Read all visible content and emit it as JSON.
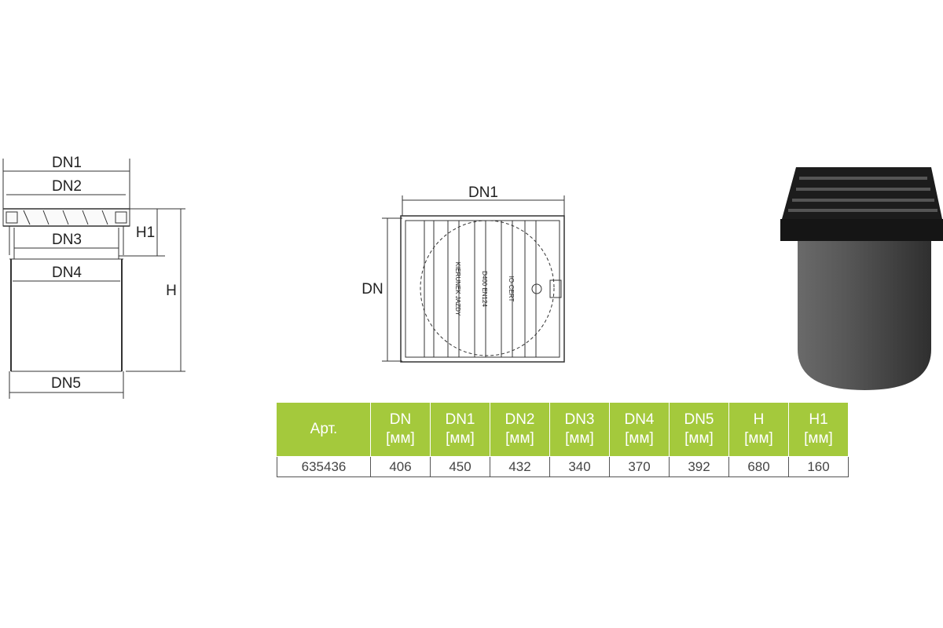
{
  "drawing_labels": {
    "dn1": "DN1",
    "dn2": "DN2",
    "dn3": "DN3",
    "dn4": "DN4",
    "dn5": "DN5",
    "h": "H",
    "h1": "H1",
    "dn": "DN"
  },
  "grate_markings": {
    "direction": "KIERUNEK JAZDY",
    "class": "D400 EN124",
    "cert": "IO-CERT"
  },
  "table": {
    "headers": [
      {
        "name": "Арт.",
        "unit": ""
      },
      {
        "name": "DN",
        "unit": "[мм]"
      },
      {
        "name": "DN1",
        "unit": "[мм]"
      },
      {
        "name": "DN2",
        "unit": "[мм]"
      },
      {
        "name": "DN3",
        "unit": "[мм]"
      },
      {
        "name": "DN4",
        "unit": "[мм]"
      },
      {
        "name": "DN5",
        "unit": "[мм]"
      },
      {
        "name": "H",
        "unit": "[мм]"
      },
      {
        "name": "H1",
        "unit": "[мм]"
      }
    ],
    "row": [
      "635436",
      "406",
      "450",
      "432",
      "340",
      "370",
      "392",
      "680",
      "160"
    ]
  },
  "colors": {
    "header_green": "#a4c93c",
    "body_gray": "#4a4a4a",
    "grate_black": "#1c1c1c"
  }
}
